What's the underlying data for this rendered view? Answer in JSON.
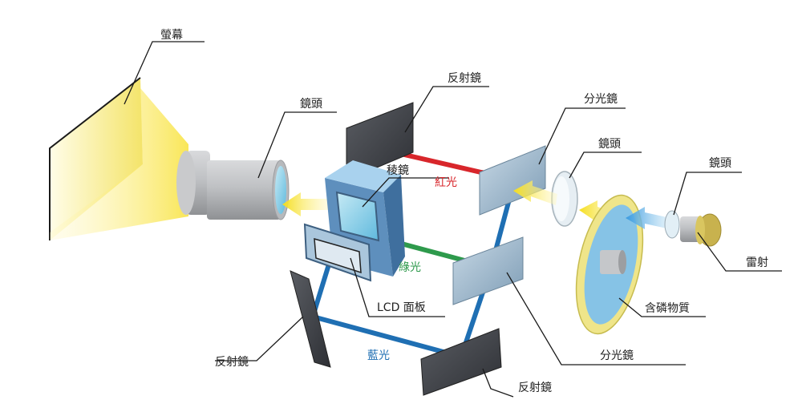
{
  "labels": {
    "screen": "螢幕",
    "projection_lens": "鏡頭",
    "top_mirror": "反射鏡",
    "top_splitter": "分光鏡",
    "prism": "稜鏡",
    "red_light": "紅光",
    "green_light": "綠光",
    "lcd_panel": "LCD 面板",
    "left_mirror": "反射鏡",
    "blue_light": "藍光",
    "bottom_mirror": "反射鏡",
    "lower_splitter": "分光鏡",
    "mid_lens": "鏡頭",
    "laser_lens": "鏡頭",
    "laser": "雷射",
    "phosphor": "含磷物質"
  },
  "colors": {
    "red_light": "#d8262b",
    "green_light": "#2e9a4c",
    "blue_light": "#1f6fb3",
    "yellow_beam": "#f7e23a",
    "mirror": "#4a4c52",
    "splitter": "#9bb7cc",
    "cube": "#7fb0da",
    "phosphor_ring": "#efe58a",
    "laser_body": "#c8b24e"
  }
}
